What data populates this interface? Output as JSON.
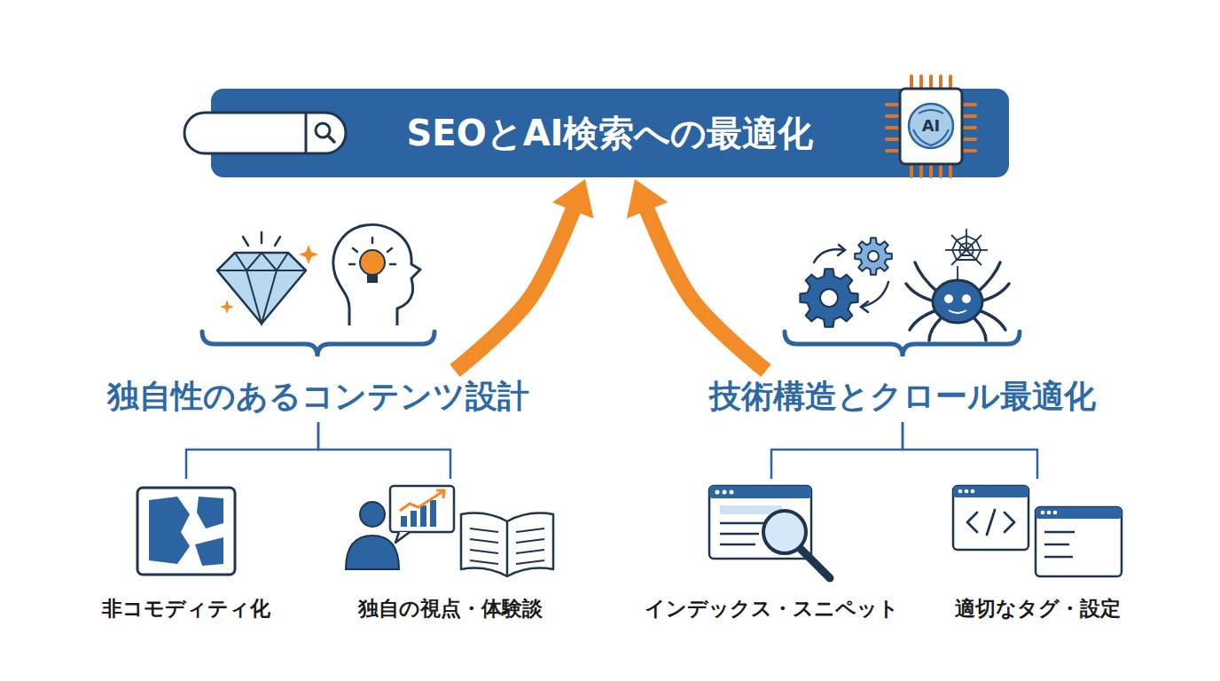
{
  "diagram": {
    "nodes": [
      {
        "text": [
          "SEOとAI検索への最適化"
        ]
      },
      {
        "text": [
          "独自性のあるコンテンツ設計"
        ]
      },
      {
        "text": [
          "技術構造とクロール最適化"
        ]
      },
      {
        "text": [
          "非コモディティ化"
        ]
      },
      {
        "text": [
          "独自の視点・体験談"
        ]
      },
      {
        "text": [
          "インデックス・スニペット"
        ]
      },
      {
        "text": [
          "適切なタグ・設定"
        ]
      }
    ],
    "edges": [
      {
        "from": 1,
        "to": 0,
        "arrow": "to"
      },
      {
        "from": 2,
        "to": 0,
        "arrow": "to"
      },
      {
        "from": 1,
        "to": 3,
        "arrow": "none"
      },
      {
        "from": 1,
        "to": 4,
        "arrow": "none"
      },
      {
        "from": 2,
        "to": 5,
        "arrow": "none"
      },
      {
        "from": 2,
        "to": 6,
        "arrow": "none"
      }
    ],
    "labels": [
      "AI"
    ]
  }
}
